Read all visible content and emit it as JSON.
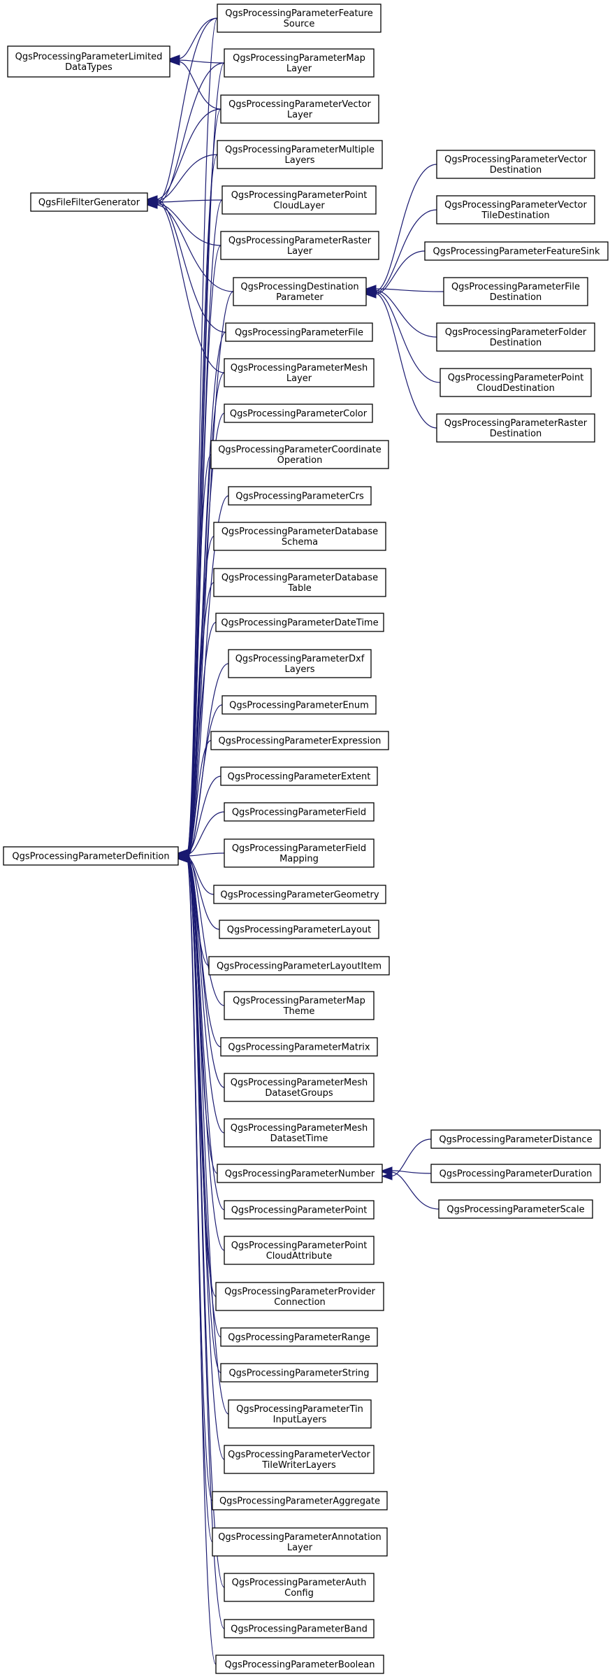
{
  "diagram": {
    "colors": {
      "edge": "#191970",
      "node_border": "#000000",
      "background": "#ffffff"
    },
    "nodes": [
      {
        "id": "def",
        "lines": [
          "QgsProcessingParameterDefinition"
        ]
      },
      {
        "id": "ffg",
        "lines": [
          "QgsFileFilterGenerator"
        ]
      },
      {
        "id": "ldt",
        "lines": [
          "QgsProcessingParameterLimited",
          "DataTypes"
        ]
      },
      {
        "id": "fsrc",
        "lines": [
          "QgsProcessingParameterFeature",
          "Source"
        ]
      },
      {
        "id": "maplayer",
        "lines": [
          "QgsProcessingParameterMap",
          "Layer"
        ]
      },
      {
        "id": "veclayer",
        "lines": [
          "QgsProcessingParameterVector",
          "Layer"
        ]
      },
      {
        "id": "multi",
        "lines": [
          "QgsProcessingParameterMultiple",
          "Layers"
        ]
      },
      {
        "id": "pcl",
        "lines": [
          "QgsProcessingParameterPoint",
          "CloudLayer"
        ]
      },
      {
        "id": "raster",
        "lines": [
          "QgsProcessingParameterRaster",
          "Layer"
        ]
      },
      {
        "id": "dest",
        "lines": [
          "QgsProcessingDestination",
          "Parameter"
        ]
      },
      {
        "id": "file",
        "lines": [
          "QgsProcessingParameterFile"
        ]
      },
      {
        "id": "meshlayer",
        "lines": [
          "QgsProcessingParameterMesh",
          "Layer"
        ]
      },
      {
        "id": "color",
        "lines": [
          "QgsProcessingParameterColor"
        ]
      },
      {
        "id": "coordop",
        "lines": [
          "QgsProcessingParameterCoordinate",
          "Operation"
        ]
      },
      {
        "id": "crs",
        "lines": [
          "QgsProcessingParameterCrs"
        ]
      },
      {
        "id": "dbschema",
        "lines": [
          "QgsProcessingParameterDatabase",
          "Schema"
        ]
      },
      {
        "id": "dbtable",
        "lines": [
          "QgsProcessingParameterDatabase",
          "Table"
        ]
      },
      {
        "id": "datetime",
        "lines": [
          "QgsProcessingParameterDateTime"
        ]
      },
      {
        "id": "dxf",
        "lines": [
          "QgsProcessingParameterDxf",
          "Layers"
        ]
      },
      {
        "id": "enum",
        "lines": [
          "QgsProcessingParameterEnum"
        ]
      },
      {
        "id": "expr",
        "lines": [
          "QgsProcessingParameterExpression"
        ]
      },
      {
        "id": "extent",
        "lines": [
          "QgsProcessingParameterExtent"
        ]
      },
      {
        "id": "field",
        "lines": [
          "QgsProcessingParameterField"
        ]
      },
      {
        "id": "fieldmap",
        "lines": [
          "QgsProcessingParameterField",
          "Mapping"
        ]
      },
      {
        "id": "geom",
        "lines": [
          "QgsProcessingParameterGeometry"
        ]
      },
      {
        "id": "layout",
        "lines": [
          "QgsProcessingParameterLayout"
        ]
      },
      {
        "id": "layoutitem",
        "lines": [
          "QgsProcessingParameterLayoutItem"
        ]
      },
      {
        "id": "maptheme",
        "lines": [
          "QgsProcessingParameterMap",
          "Theme"
        ]
      },
      {
        "id": "matrix",
        "lines": [
          "QgsProcessingParameterMatrix"
        ]
      },
      {
        "id": "meshdg",
        "lines": [
          "QgsProcessingParameterMesh",
          "DatasetGroups"
        ]
      },
      {
        "id": "meshdt",
        "lines": [
          "QgsProcessingParameterMesh",
          "DatasetTime"
        ]
      },
      {
        "id": "number",
        "lines": [
          "QgsProcessingParameterNumber"
        ]
      },
      {
        "id": "point",
        "lines": [
          "QgsProcessingParameterPoint"
        ]
      },
      {
        "id": "pcattr",
        "lines": [
          "QgsProcessingParameterPoint",
          "CloudAttribute"
        ]
      },
      {
        "id": "provconn",
        "lines": [
          "QgsProcessingParameterProvider",
          "Connection"
        ]
      },
      {
        "id": "range",
        "lines": [
          "QgsProcessingParameterRange"
        ]
      },
      {
        "id": "string",
        "lines": [
          "QgsProcessingParameterString"
        ]
      },
      {
        "id": "tin",
        "lines": [
          "QgsProcessingParameterTin",
          "InputLayers"
        ]
      },
      {
        "id": "vtwl",
        "lines": [
          "QgsProcessingParameterVector",
          "TileWriterLayers"
        ]
      },
      {
        "id": "aggregate",
        "lines": [
          "QgsProcessingParameterAggregate"
        ]
      },
      {
        "id": "annotation",
        "lines": [
          "QgsProcessingParameterAnnotation",
          "Layer"
        ]
      },
      {
        "id": "auth",
        "lines": [
          "QgsProcessingParameterAuth",
          "Config"
        ]
      },
      {
        "id": "band",
        "lines": [
          "QgsProcessingParameterBand"
        ]
      },
      {
        "id": "boolean",
        "lines": [
          "QgsProcessingParameterBoolean"
        ]
      },
      {
        "id": "vecdest",
        "lines": [
          "QgsProcessingParameterVector",
          "Destination"
        ]
      },
      {
        "id": "vtdest",
        "lines": [
          "QgsProcessingParameterVector",
          "TileDestination"
        ]
      },
      {
        "id": "fsink",
        "lines": [
          "QgsProcessingParameterFeatureSink"
        ]
      },
      {
        "id": "filedest",
        "lines": [
          "QgsProcessingParameterFile",
          "Destination"
        ]
      },
      {
        "id": "folderdest",
        "lines": [
          "QgsProcessingParameterFolder",
          "Destination"
        ]
      },
      {
        "id": "pcdest",
        "lines": [
          "QgsProcessingParameterPoint",
          "CloudDestination"
        ]
      },
      {
        "id": "rasterdest",
        "lines": [
          "QgsProcessingParameterRaster",
          "Destination"
        ]
      },
      {
        "id": "distance",
        "lines": [
          "QgsProcessingParameterDistance"
        ]
      },
      {
        "id": "duration",
        "lines": [
          "QgsProcessingParameterDuration"
        ]
      },
      {
        "id": "scale",
        "lines": [
          "QgsProcessingParameterScale"
        ]
      }
    ],
    "edges": [
      {
        "from": "fsrc",
        "to": "ldt"
      },
      {
        "from": "maplayer",
        "to": "ldt"
      },
      {
        "from": "veclayer",
        "to": "ldt"
      },
      {
        "from": "fsrc",
        "to": "ffg"
      },
      {
        "from": "maplayer",
        "to": "ffg"
      },
      {
        "from": "veclayer",
        "to": "ffg"
      },
      {
        "from": "multi",
        "to": "ffg"
      },
      {
        "from": "pcl",
        "to": "ffg"
      },
      {
        "from": "raster",
        "to": "ffg"
      },
      {
        "from": "dest",
        "to": "ffg"
      },
      {
        "from": "file",
        "to": "ffg"
      },
      {
        "from": "meshlayer",
        "to": "ffg"
      },
      {
        "from": "vecdest",
        "to": "dest"
      },
      {
        "from": "vtdest",
        "to": "dest"
      },
      {
        "from": "fsink",
        "to": "dest"
      },
      {
        "from": "filedest",
        "to": "dest"
      },
      {
        "from": "folderdest",
        "to": "dest"
      },
      {
        "from": "pcdest",
        "to": "dest"
      },
      {
        "from": "rasterdest",
        "to": "dest"
      },
      {
        "from": "distance",
        "to": "number"
      },
      {
        "from": "duration",
        "to": "number"
      },
      {
        "from": "scale",
        "to": "number"
      },
      {
        "from": "fsrc",
        "to": "def"
      },
      {
        "from": "maplayer",
        "to": "def"
      },
      {
        "from": "veclayer",
        "to": "def"
      },
      {
        "from": "multi",
        "to": "def"
      },
      {
        "from": "pcl",
        "to": "def"
      },
      {
        "from": "raster",
        "to": "def"
      },
      {
        "from": "dest",
        "to": "def"
      },
      {
        "from": "file",
        "to": "def"
      },
      {
        "from": "meshlayer",
        "to": "def"
      },
      {
        "from": "color",
        "to": "def"
      },
      {
        "from": "coordop",
        "to": "def"
      },
      {
        "from": "crs",
        "to": "def"
      },
      {
        "from": "dbschema",
        "to": "def"
      },
      {
        "from": "dbtable",
        "to": "def"
      },
      {
        "from": "datetime",
        "to": "def"
      },
      {
        "from": "dxf",
        "to": "def"
      },
      {
        "from": "enum",
        "to": "def"
      },
      {
        "from": "expr",
        "to": "def"
      },
      {
        "from": "extent",
        "to": "def"
      },
      {
        "from": "field",
        "to": "def"
      },
      {
        "from": "fieldmap",
        "to": "def"
      },
      {
        "from": "geom",
        "to": "def"
      },
      {
        "from": "layout",
        "to": "def"
      },
      {
        "from": "layoutitem",
        "to": "def"
      },
      {
        "from": "maptheme",
        "to": "def"
      },
      {
        "from": "matrix",
        "to": "def"
      },
      {
        "from": "meshdg",
        "to": "def"
      },
      {
        "from": "meshdt",
        "to": "def"
      },
      {
        "from": "number",
        "to": "def"
      },
      {
        "from": "point",
        "to": "def"
      },
      {
        "from": "pcattr",
        "to": "def"
      },
      {
        "from": "provconn",
        "to": "def"
      },
      {
        "from": "range",
        "to": "def"
      },
      {
        "from": "string",
        "to": "def"
      },
      {
        "from": "tin",
        "to": "def"
      },
      {
        "from": "vtwl",
        "to": "def"
      },
      {
        "from": "aggregate",
        "to": "def"
      },
      {
        "from": "annotation",
        "to": "def"
      },
      {
        "from": "auth",
        "to": "def"
      },
      {
        "from": "band",
        "to": "def"
      },
      {
        "from": "boolean",
        "to": "def"
      }
    ]
  }
}
